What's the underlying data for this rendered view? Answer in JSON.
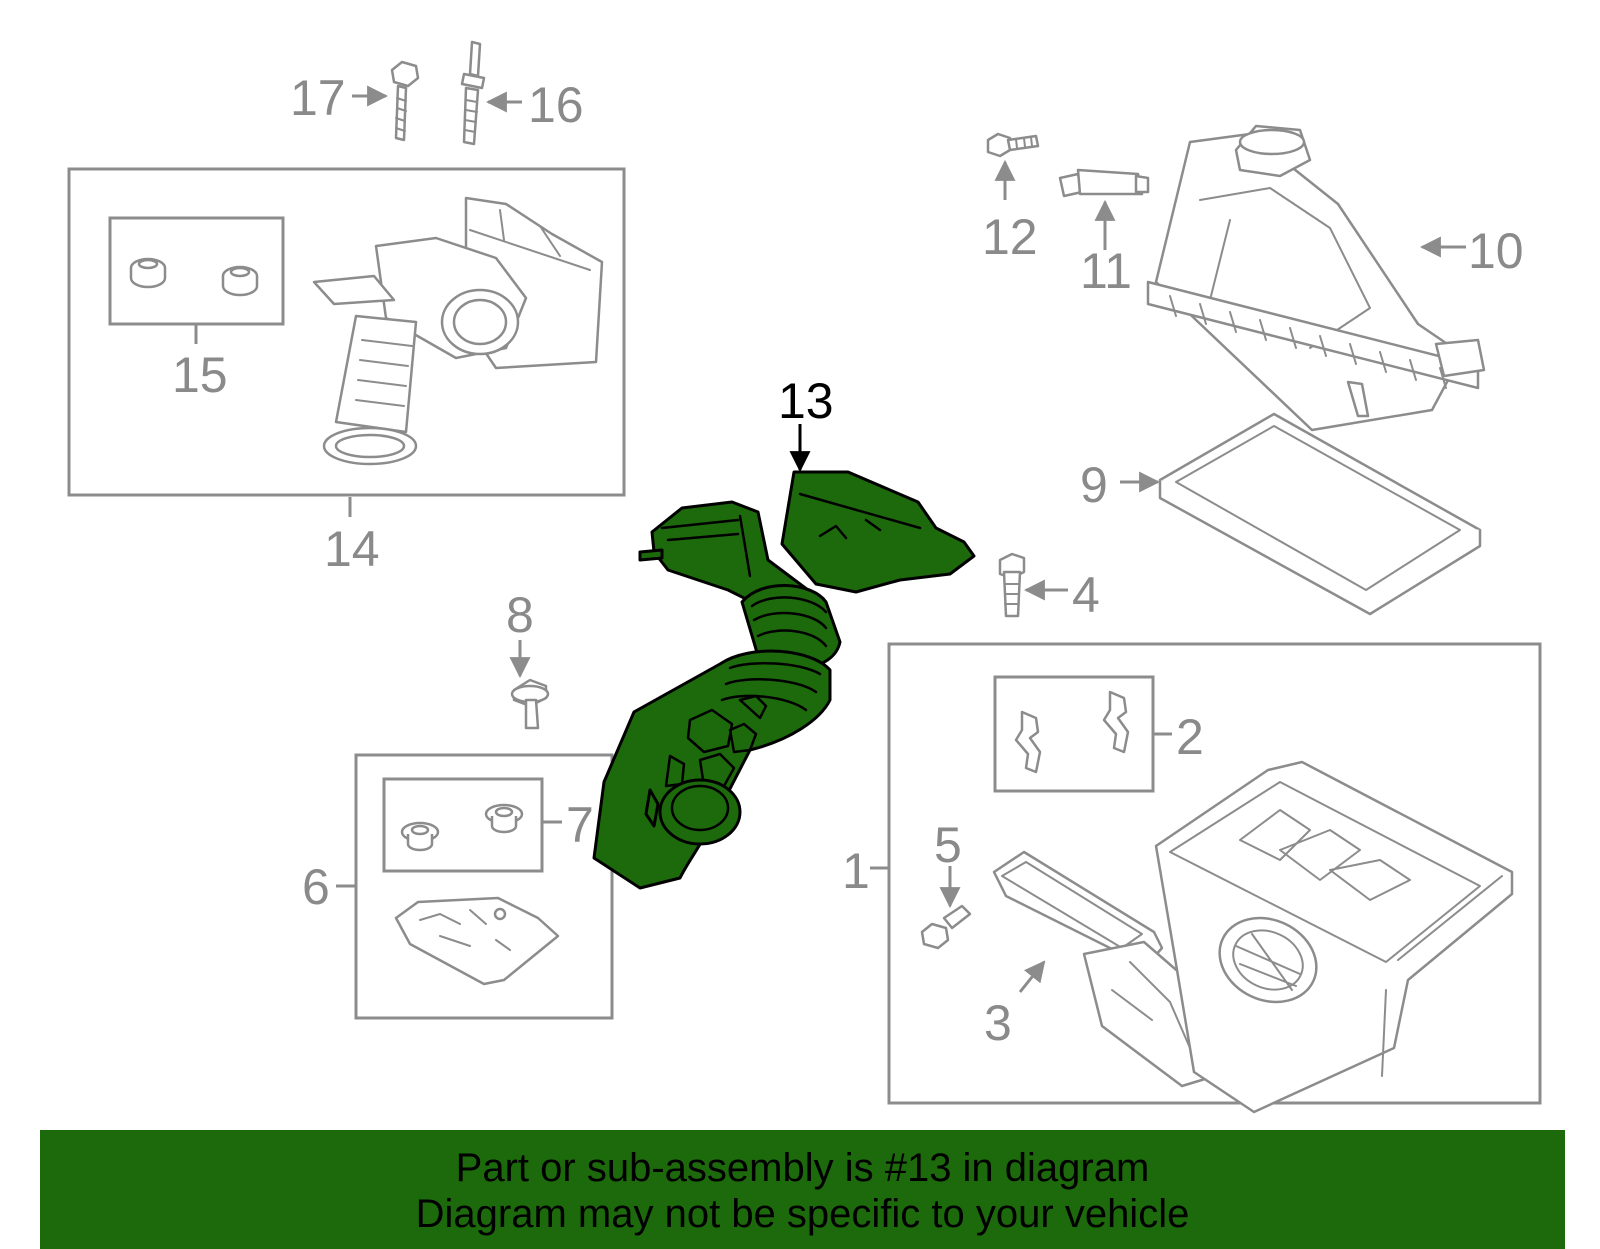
{
  "diagram": {
    "highlighted_part": "13",
    "callouts": {
      "c1": "1",
      "c2": "2",
      "c3": "3",
      "c4": "4",
      "c5": "5",
      "c6": "6",
      "c7": "7",
      "c8": "8",
      "c9": "9",
      "c10": "10",
      "c11": "11",
      "c12": "12",
      "c13": "13",
      "c14": "14",
      "c15": "15",
      "c16": "16",
      "c17": "17"
    },
    "colors": {
      "highlight": "#1d6a0c",
      "parts": "#8c8c8c",
      "banner": "#1d6a0c"
    }
  },
  "banner": {
    "line1": "Part or sub-assembly is #13 in diagram",
    "line2": "Diagram may not be specific to your vehicle"
  }
}
